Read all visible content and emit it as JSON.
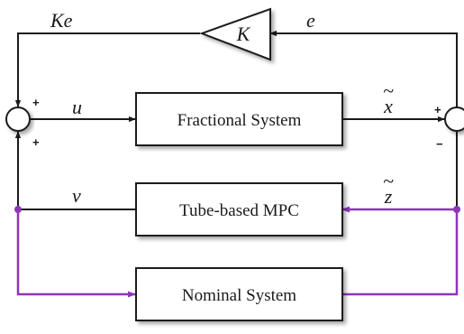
{
  "blocks": {
    "fractional_system": "Fractional System",
    "tube_mpc": "Tube-based MPC",
    "nominal_system": "Nominal System",
    "gain": "K"
  },
  "signals": {
    "ke": "Ke",
    "e": "e",
    "u": "u",
    "x_tilde": "x",
    "v": "v",
    "z_tilde": "z",
    "tilde_mark": "~"
  },
  "signs": {
    "left_top": "+",
    "left_bottom": "+",
    "right_top": "+",
    "right_bottom": "−"
  },
  "colors": {
    "black_wire": "#1a1a1a",
    "purple_wire": "#8e35b8"
  }
}
